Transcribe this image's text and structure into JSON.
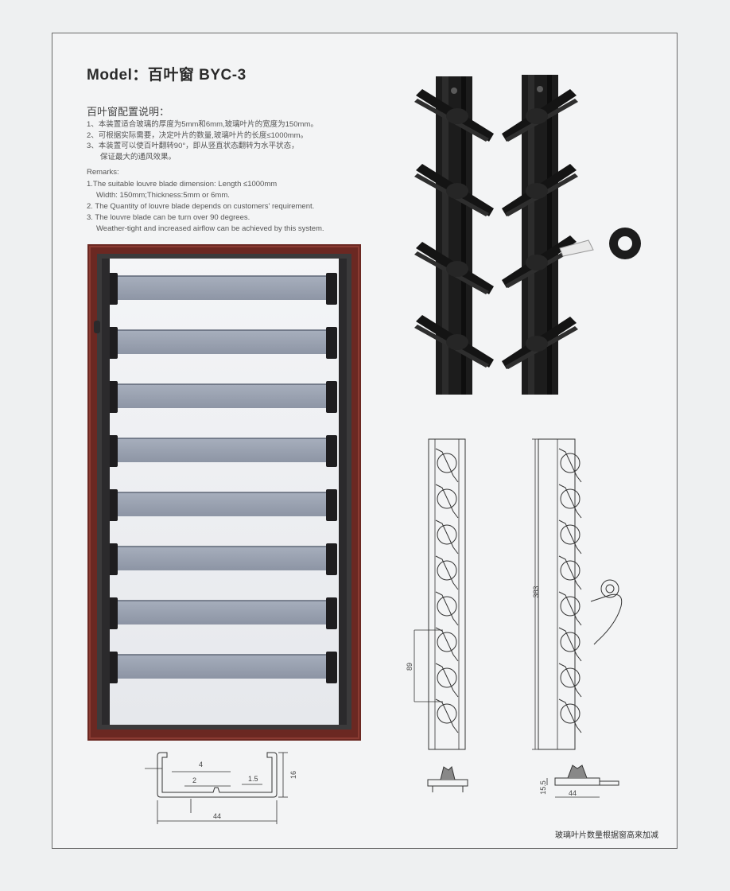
{
  "title": "Model：百叶窗 BYC-3",
  "cn_heading": "百叶窗配置说明：",
  "cn_items": [
    "1、本装置适合玻璃的厚度为5mm和6mm,玻璃叶片的宽度为150mm。",
    "2、可根据实际需要，决定叶片的数量,玻璃叶片的长度≤1000mm。",
    "3、本装置可以使百叶翻转90°，即从竖直状态翻转为水平状态，",
    "保证最大的通风效果。"
  ],
  "remarks_heading": "Remarks:",
  "remarks_items": [
    "1.The suitable louvre blade dimension: Length ≤1000mm",
    "Width: 150mm;Thickness:5mm or 6mm.",
    "2. The Quantity of louvre blade depends on customers' requirement.",
    "3. The louvre blade can be turn over 90 degrees.",
    "Weather-tight and increased airflow can be achieved by this system."
  ],
  "dimensions": {
    "profile_flange": "4",
    "profile_thickness": "2",
    "profile_groove": "1.5",
    "profile_height": "16",
    "profile_width": "44",
    "bracket_pitch": "89",
    "bracket_length": "383",
    "clip_height": "15.5",
    "clip_width": "44"
  },
  "footnote": "玻璃叶片数量根据窗高来加减",
  "colors": {
    "frame_outer": "#6e2a22",
    "frame_inner": "#3a3838",
    "glass": "#8c96a6",
    "bracket": "#1b1b1b"
  }
}
